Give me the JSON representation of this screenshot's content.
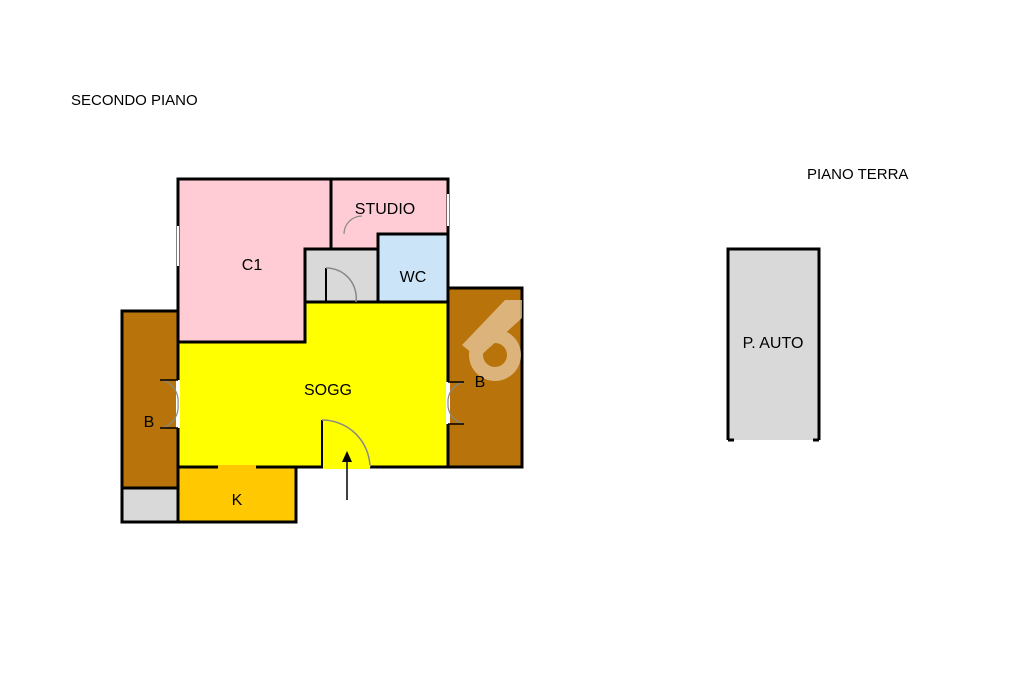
{
  "floors": {
    "upper": {
      "label": "SECONDO PIANO"
    },
    "ground": {
      "label": "PIANO TERRA"
    }
  },
  "rooms": {
    "c1": {
      "label": "C1",
      "color": "#ffccd5"
    },
    "studio": {
      "label": "STUDIO",
      "color": "#ffccd5"
    },
    "wc": {
      "label": "WC",
      "color": "#cce4f7"
    },
    "sogg": {
      "label": "SOGG",
      "color": "#ffff00"
    },
    "kitchen": {
      "label": "K",
      "color": "#ffc800"
    },
    "balcony_left": {
      "label": "B",
      "color": "#b8730a"
    },
    "balcony_right": {
      "label": "B",
      "color": "#b8730a"
    },
    "hall": {
      "label": "",
      "color": "#d9d9d9"
    },
    "storage": {
      "label": "",
      "color": "#d9d9d9"
    },
    "parking": {
      "label": "P. AUTO",
      "color": "#d9d9d9"
    }
  },
  "watermark_color": "#e8c9a0"
}
